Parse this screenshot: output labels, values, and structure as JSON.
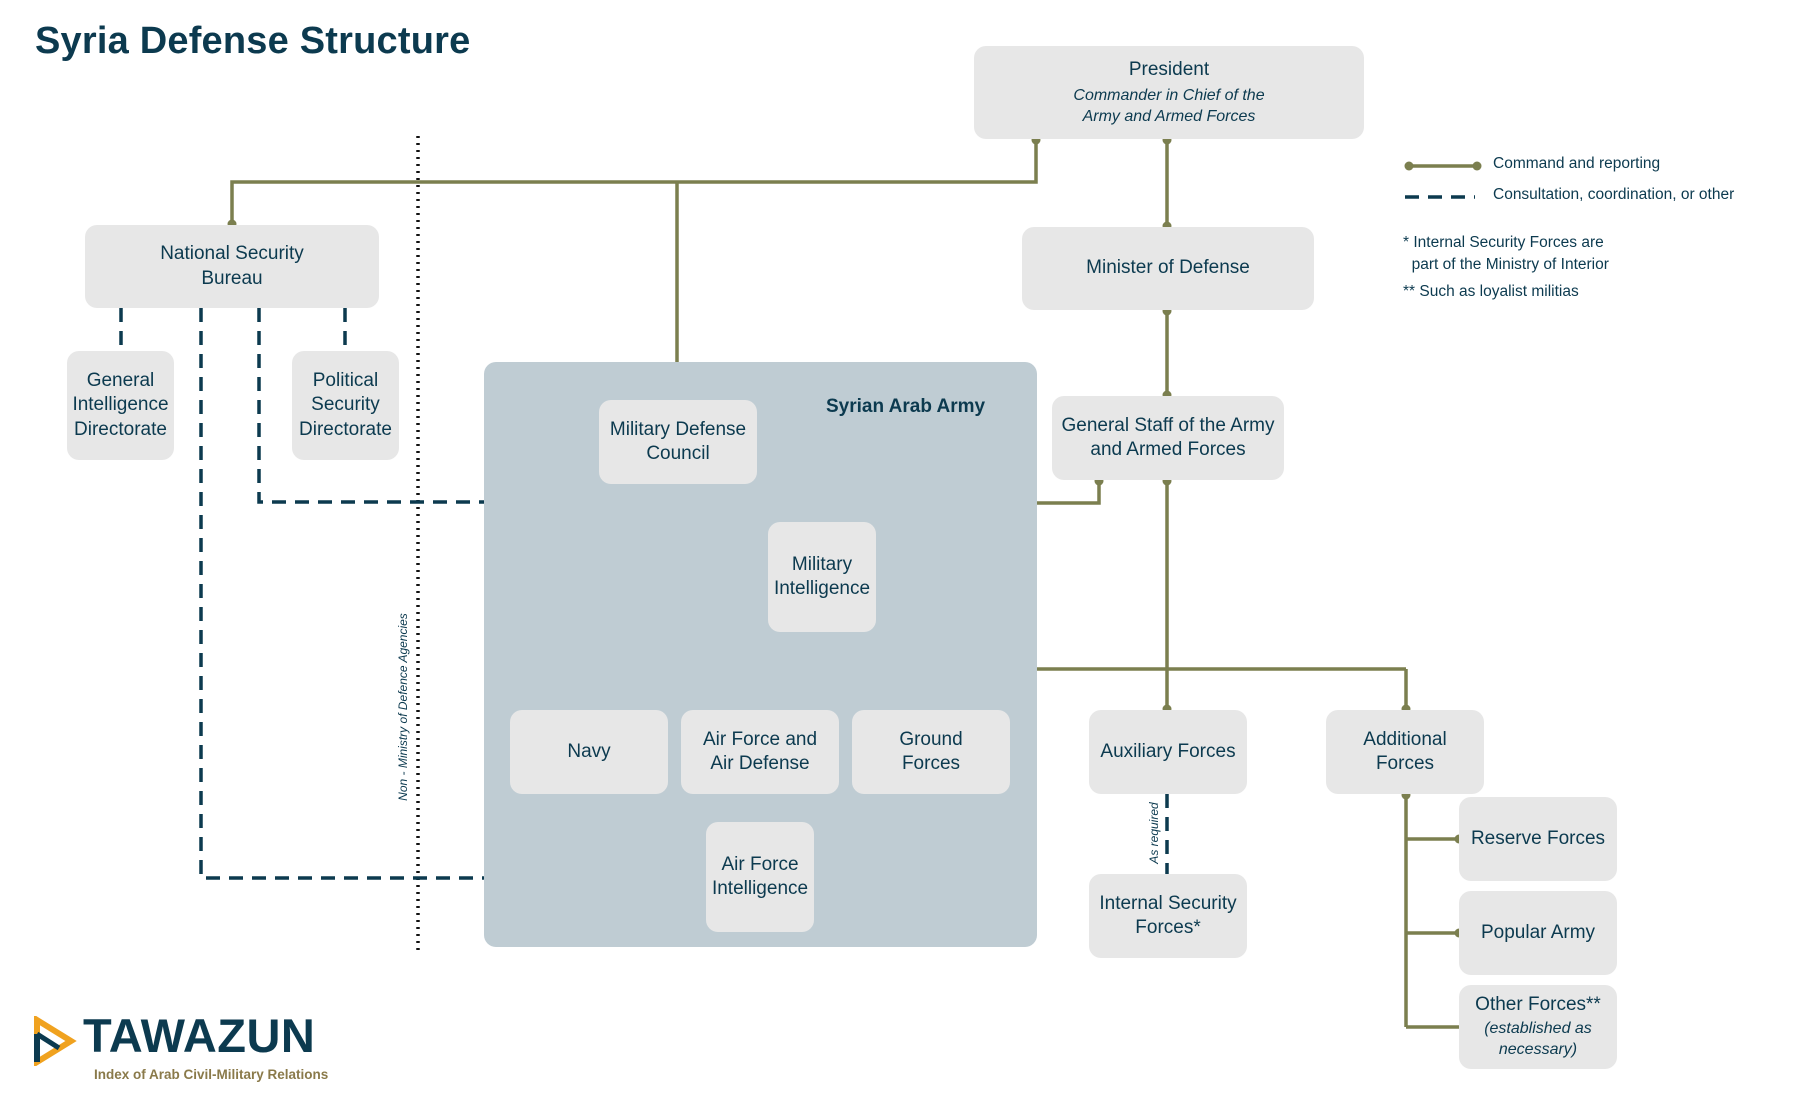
{
  "title": "Syria Defense Structure",
  "colors": {
    "command": "#7b7f4f",
    "coordination": "#0c3a4f",
    "box": "#e7e7e7",
    "army_region": "#bfccd3",
    "text": "#0c3a4f",
    "logo_orange": "#f0a21f"
  },
  "nodes": {
    "president": {
      "label": "President",
      "sub": "Commander in Chief of the Army and Armed Forces"
    },
    "minister": {
      "label": "Minister of Defense"
    },
    "nsb": {
      "label": "National Security Bureau"
    },
    "gid": {
      "label": "General Intelligence Directorate"
    },
    "psd": {
      "label": "Political Security Directorate"
    },
    "mdc": {
      "label": "Military Defense Council"
    },
    "gs": {
      "label": "General Staff of the Army and Armed Forces"
    },
    "mi": {
      "label": "Military Intelligence"
    },
    "navy": {
      "label": "Navy"
    },
    "afad": {
      "label": "Air Force and Air Defense"
    },
    "gf": {
      "label": "Ground Forces"
    },
    "afi": {
      "label": "Air Force Intelligence"
    },
    "aux": {
      "label": "Auxiliary Forces"
    },
    "isf": {
      "label": "Internal Security Forces*"
    },
    "add": {
      "label": "Additional Forces"
    },
    "reserve": {
      "label": "Reserve Forces"
    },
    "popular": {
      "label": "Popular Army"
    },
    "other": {
      "label": "Other Forces**",
      "sub": "(established as necessary)"
    }
  },
  "army_region_label": "Syrian Arab Army",
  "boundary_label": "Non - Ministry of Defence Agencies",
  "as_required_label": "As required",
  "legend": {
    "command": "Command and reporting",
    "coordination": "Consultation, coordination, or other"
  },
  "notes": [
    "* Internal Security Forces are\n  part of the Ministry of Interior",
    "** Such as loyalist militias"
  ],
  "logo": {
    "name": "TAWAZUN",
    "tagline": "Index of Arab Civil-Military Relations"
  }
}
